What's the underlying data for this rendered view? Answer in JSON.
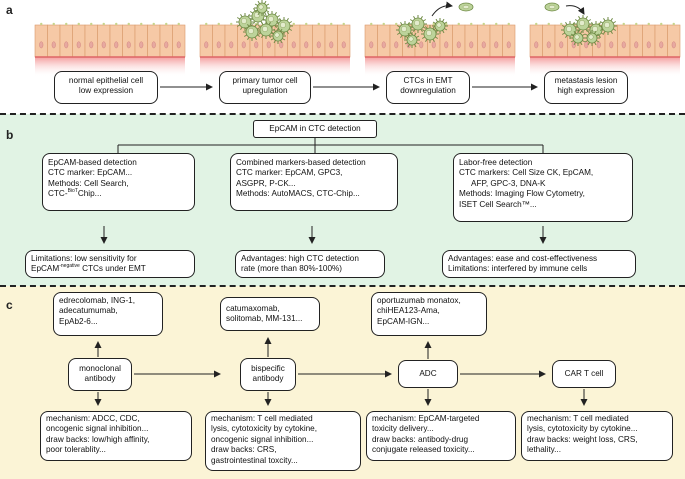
{
  "panels": {
    "a": "a",
    "b": "b",
    "c": "c"
  },
  "colors": {
    "panel_b_bg": "#e1f3e4",
    "panel_c_bg": "#fbf4d6",
    "tissue": "#f6c9a6",
    "cell_green": "#bcd39a",
    "stroma": "#f08080"
  },
  "panel_a": {
    "stages": [
      {
        "line1": "normal epithelial cell",
        "line2": "low expression"
      },
      {
        "line1": "primary tumor cell",
        "line2": "upregulation"
      },
      {
        "line1": "CTCs in EMT",
        "line2": "downregulation"
      },
      {
        "line1": "metastasis lesion",
        "line2": "high expression"
      }
    ]
  },
  "panel_b": {
    "title": "EpCAM in CTC detection",
    "methods": [
      {
        "heading": "EpCAM-based detection",
        "l1": "CTC marker: EpCAM...",
        "l2": "Methods: Cell Search,",
        "l3_pre": "CTC-",
        "l3_sup": "BioT",
        "l3_post": "Chip..."
      },
      {
        "heading": "Combined markers-based detection",
        "l1": "CTC marker: EpCAM, GPC3,",
        "l2": "ASGPR, P-CK...",
        "l3": "Methods: AutoMACS, CTC-Chip..."
      },
      {
        "heading": "Labor-free detection",
        "l1": "CTC markers: Cell Size CK, EpCAM,",
        "l2": "AFP, GPC-3, DNA-K",
        "l3": "Methods: Imaging Flow Cytometry,",
        "l4": "ISET Cell Search™..."
      }
    ],
    "outcomes": [
      {
        "l1": "Limitations: low sensitivity for",
        "l2_pre": "EpCAM",
        "l2_sup": "-negative",
        "l2_post": " CTCs under EMT"
      },
      {
        "l1": "Advantages: high CTC detection",
        "l2": "rate (more than 80%-100%)"
      },
      {
        "l1": "Advantages:  ease and cost-effectiveness",
        "l2": "Limitations: interfered by immune cells"
      }
    ]
  },
  "panel_c": {
    "agents": [
      {
        "l1": "edrecolomab, ING-1,",
        "l2": "adecatumumab,",
        "l3": "EpAb2-6..."
      },
      {
        "l1": "catumaxomab,",
        "l2": "solitomab, MM-131..."
      },
      {
        "l1": "oportuzumab monatox,",
        "l2": "chiHEA123-Ama,",
        "l3": "EpCAM-IGN..."
      }
    ],
    "therapies": [
      {
        "l1": "monoclonal",
        "l2": "antibody"
      },
      {
        "l1": "bispecific",
        "l2": "antibody"
      },
      {
        "l1": "ADC"
      },
      {
        "l1": "CAR T cell"
      }
    ],
    "mechanisms": [
      {
        "l1": "mechanism: ADCC, CDC,",
        "l2": "oncogenic signal inhibition...",
        "l3": "draw backs: low/high affinity,",
        "l4": "poor tolerablity..."
      },
      {
        "l1": "mechanism: T cell mediated",
        "l2": "lysis, cytotoxicity by cytokine,",
        "l3": "oncogenic signal inhibition...",
        "l4": "draw backs: CRS,",
        "l5": "gastrointestinal toxcity..."
      },
      {
        "l1": "mechanism: EpCAM-targeted",
        "l2": "toxicity delivery...",
        "l3": "draw backs: antibody-drug",
        "l4": "conjugate released toxicity..."
      },
      {
        "l1": "mechanism:  T cell mediated",
        "l2": "lysis, cytotoxicity by cytokine...",
        "l3": "draw backs: weight loss, CRS,",
        "l4": "lethality..."
      }
    ]
  }
}
